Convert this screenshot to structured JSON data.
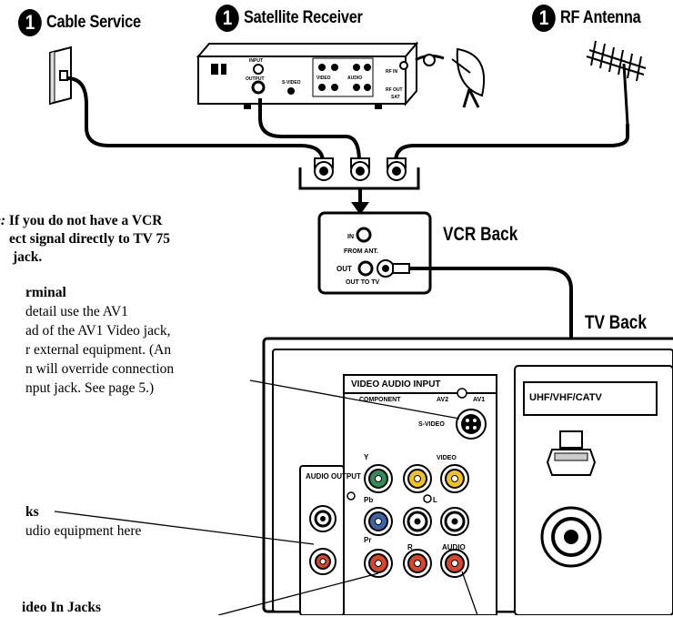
{
  "headers": {
    "badge": "1",
    "cable": "Cable Service",
    "satellite": "Satellite Receiver",
    "antenna": "RF Antenna"
  },
  "labels": {
    "vcr_back": "VCR Back",
    "tv_back": "TV Back"
  },
  "note": {
    "lead": "e:",
    "line1": " If you do not have a VCR",
    "line2": "ect signal directly to TV 75",
    "line3": "jack."
  },
  "terminal": {
    "heading": "rminal",
    "lines": [
      "detail use the AV1",
      "ad of the AV1 Video jack,",
      "r external equipment. (An",
      "n will override connection",
      "nput jack. See page 5.)"
    ]
  },
  "audio_out": {
    "heading": "ks",
    "line": "udio equipment here"
  },
  "video_in": {
    "heading": "ideo In Jacks"
  },
  "receiver_labels": {
    "input": "INPUT",
    "output": "OUTPUT",
    "svideo": "S-VIDEO",
    "video": "VIDEO",
    "audio": "AUDIO",
    "rf_in": "RF IN",
    "rf_out": "RF OUT",
    "sat": "SAT"
  },
  "vcr_labels": {
    "in": "IN",
    "from_ant": "FROM ANT.",
    "out": "OUT",
    "out_to_tv": "OUT TO TV"
  },
  "tv_labels": {
    "panel_title": "VIDEO AUDIO INPUT",
    "component": "COMPONENT",
    "av2": "AV2",
    "av1": "AV1",
    "svideo": "S-VIDEO",
    "video": "VIDEO",
    "audio": "AUDIO",
    "audio_output": "AUDIO OUTPUT",
    "y": "Y",
    "pb": "Pb",
    "pr": "Pr",
    "l": "L",
    "r": "R",
    "uhf_vhf": "UHF/VHF/CATV"
  },
  "colors": {
    "green": "#2f8f5a",
    "blue": "#3e63a8",
    "red": "#d9462a",
    "yellow": "#f2c21b"
  }
}
